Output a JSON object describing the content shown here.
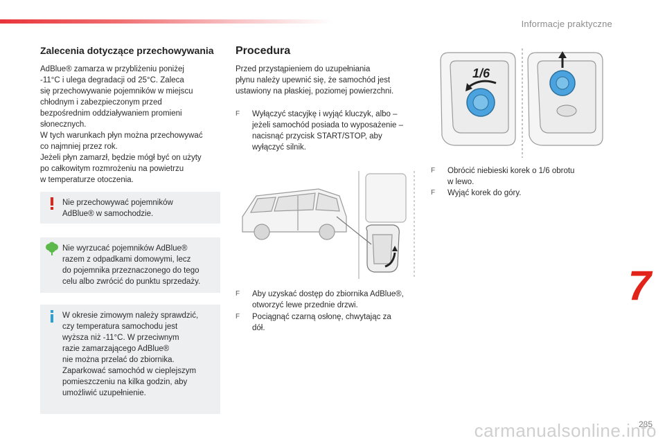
{
  "header": {
    "title": "Informacje praktyczne"
  },
  "chapter": "7",
  "page_number": "285",
  "watermark": "carmanualsonline.info",
  "storage": {
    "title": "Zalecenia dotyczące przechowywania",
    "paragraph": "AdBlue® zamarza w przybliżeniu poniżej\n-11°C i ulega degradacji od 25°C. Zaleca\nsię przechowywanie pojemników w miejscu\nchłodnym i zabezpieczonym przed\nbezpośrednim oddziaływaniem promieni\nsłonecznych.\nW tych warunkach płyn można przechowywać\nco najmniej przez rok.\nJeżeli płyn zamarzł, będzie mógł być on użyty\npo całkowitym rozmrożeniu na powietrzu\nw temperaturze otoczenia.",
    "warning_box": "Nie przechowywać pojemników\nAdBlue® w samochodzie.",
    "eco_box": "Nie wyrzucać pojemników AdBlue®\nrazem z odpadkami domowymi, lecz\ndo pojemnika przeznaczonego do tego\ncelu albo zwrócić do punktu sprzedaży.",
    "info_box": "W okresie zimowym należy sprawdzić,\nczy temperatura samochodu jest\nwyższa niż -11°C. W przeciwnym\nrazie zamarzającego AdBlue®\nnie można przelać do zbiornika.\nZaparkować samochód w cieplejszym\npomieszczeniu na kilka godzin, aby\numożliwić uzupełnienie."
  },
  "procedure": {
    "title": "Procedura",
    "intro": "Przed przystąpieniem do uzupełniania\npłynu należy upewnić się, że samochód jest\nustawiony na płaskiej, poziomej powierzchni.",
    "bullet_mark": "F",
    "step1": "Wyłączyć stacyjkę i wyjąć kluczyk, albo –\njeżeli samochód posiada to wyposażenie –\nnacisnąć przycisk START/STOP, aby\nwyłączyć silnik.",
    "step2": "Aby uzyskać dostęp do zbiornika AdBlue®,\notworzyć lewe przednie drzwi.",
    "step3": "Pociągnąć czarną osłonę, chwytając za\ndół.",
    "step4": "Obrócić niebieski korek o 1/6 obrotu\nw lewo.",
    "step5": "Wyjąć korek do góry.",
    "cap_label": "1/6"
  },
  "colors": {
    "accent_red": "#e2231a",
    "box_bg": "#edeff1",
    "cap_blue": "#4aa3df",
    "eco_green": "#5bb84a",
    "info_blue": "#2a9fd8"
  }
}
